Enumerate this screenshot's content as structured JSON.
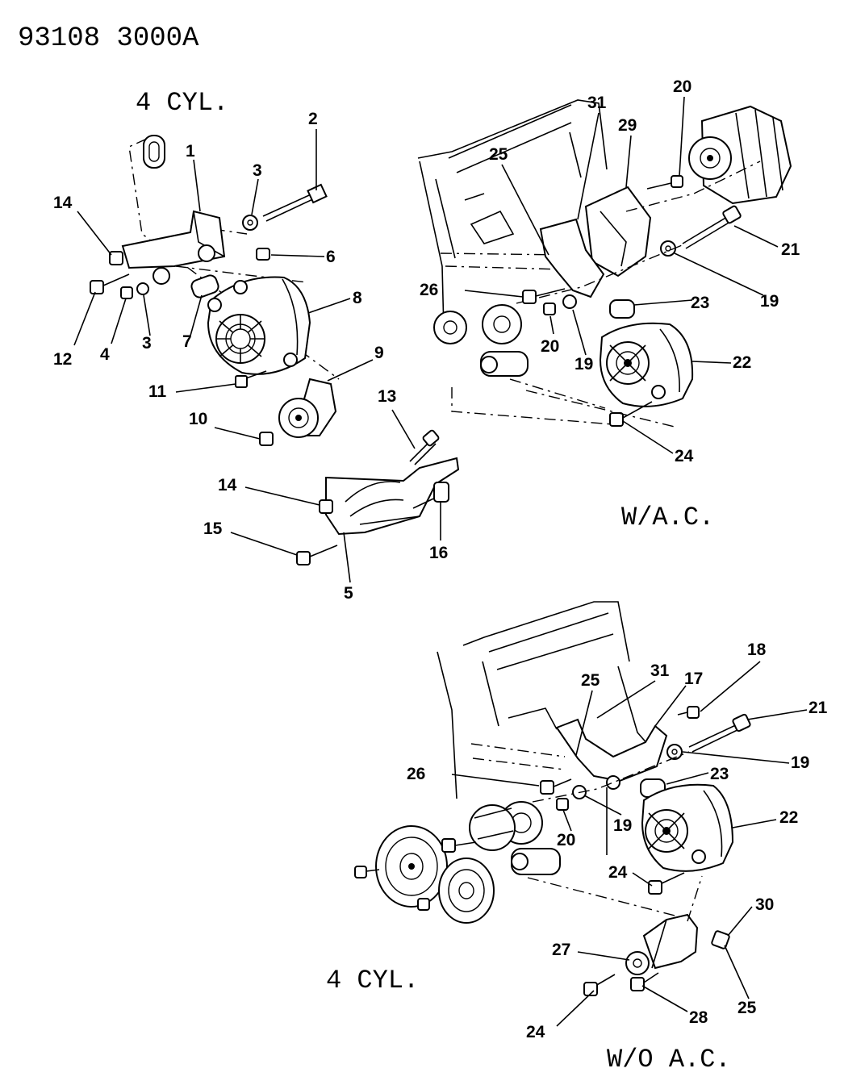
{
  "header": {
    "drawing_id": "93108 3000A"
  },
  "sections": {
    "top_left_caption": "4 CYL.",
    "top_right_caption": "W/A.C.",
    "bottom_left_caption": "4 CYL.",
    "bottom_right_caption": "W/O A.C."
  },
  "callouts_top_left": [
    "2",
    "1",
    "3",
    "14",
    "6",
    "8",
    "12",
    "4",
    "3",
    "7",
    "9",
    "11",
    "13",
    "10",
    "14",
    "15",
    "16",
    "5"
  ],
  "callouts_top_right": [
    "20",
    "31",
    "29",
    "25",
    "21",
    "26",
    "19",
    "23",
    "20",
    "19",
    "22",
    "24"
  ],
  "callouts_bottom": [
    "18",
    "31",
    "17",
    "25",
    "21",
    "19",
    "26",
    "23",
    "22",
    "20",
    "19",
    "24",
    "30",
    "27",
    "24",
    "28",
    "25"
  ]
}
